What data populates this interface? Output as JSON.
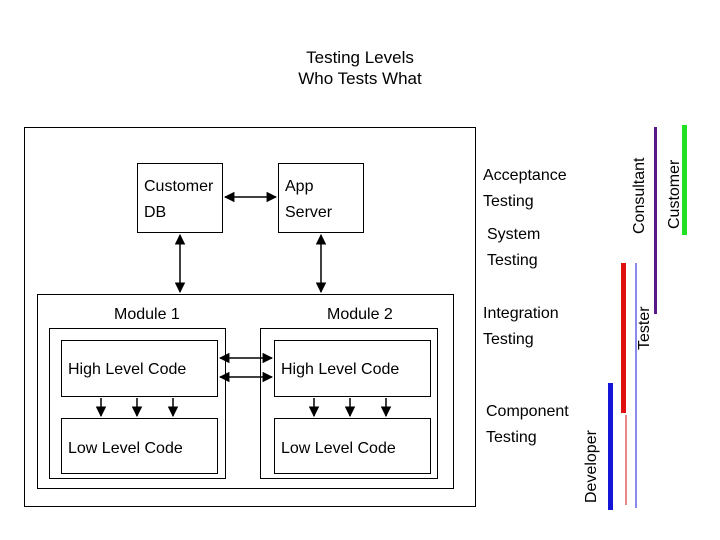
{
  "title": {
    "line1": "Testing Levels",
    "line2": "Who Tests What"
  },
  "boxes": {
    "customer_db": [
      "Customer",
      "DB"
    ],
    "app_server": [
      "App",
      "Server"
    ],
    "module1_label": "Module 1",
    "module2_label": "Module 2",
    "high_level_code_1": "High Level Code",
    "high_level_code_2": "High Level Code",
    "low_level_code_1": "Low Level Code",
    "low_level_code_2": "Low Level Code"
  },
  "levels": {
    "acceptance": [
      "Acceptance",
      "Testing"
    ],
    "system": [
      "System",
      "Testing"
    ],
    "integration": [
      "Integration",
      "Testing"
    ],
    "component": [
      "Component",
      "Testing"
    ]
  },
  "roles": {
    "developer": "Developer",
    "tester": "Tester",
    "consultant": "Consultant",
    "customer": "Customer"
  },
  "colors": {
    "developer_bar": "#1515d8",
    "tester_bar": "#e01010",
    "consultant_bar": "#5a1a86",
    "customer_bar": "#22e022",
    "line_red": "#d01010"
  }
}
